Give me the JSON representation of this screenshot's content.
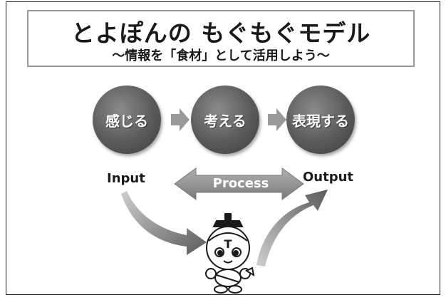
{
  "title": {
    "main": "とよぽんの もぐもぐモデル",
    "subtitle": "〜情報を「食材」として活用しよう〜"
  },
  "steps": [
    {
      "label": "感じる"
    },
    {
      "label": "考える"
    },
    {
      "label": "表現する"
    }
  ],
  "input_label": "Input",
  "process_label": "Process",
  "output_label": "Output",
  "mascot": {
    "icon": "mascot-character-icon"
  },
  "colors": {
    "circle": "#5a5a5a",
    "arrow": "#8c8c8c",
    "text": "#1a1a1a"
  }
}
